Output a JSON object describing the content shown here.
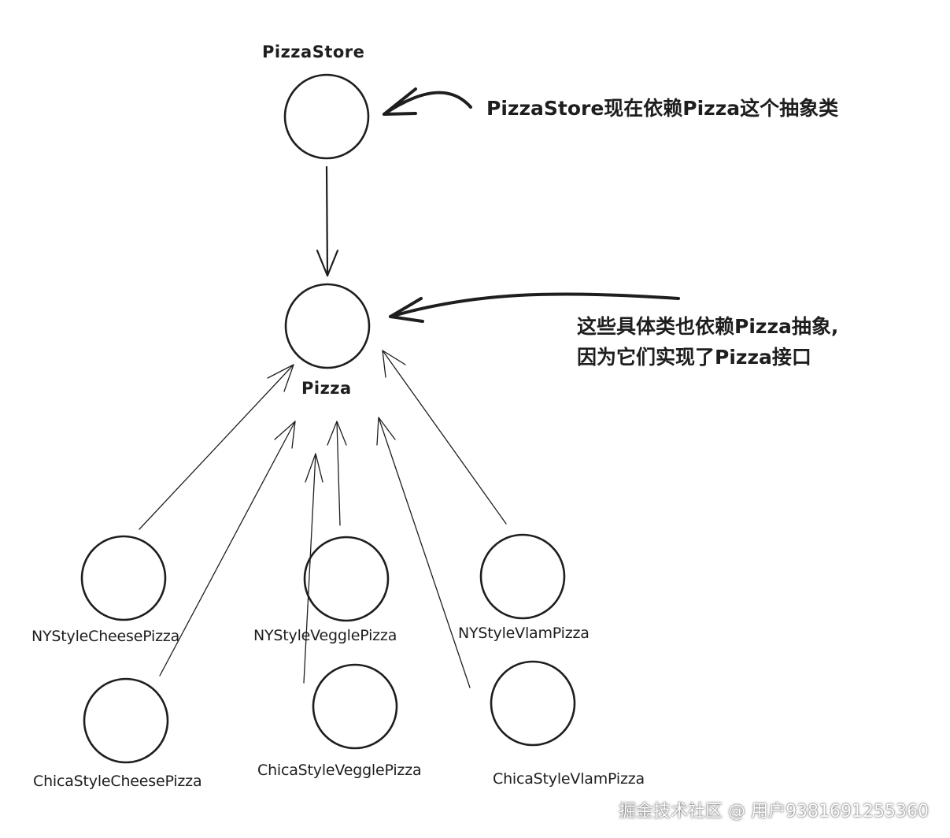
{
  "nodes": {
    "pizzastore": {
      "label": "PizzaStore"
    },
    "pizza": {
      "label": "Pizza"
    },
    "ny_cheese": {
      "label": "NYStyleCheesePizza"
    },
    "ny_veggie": {
      "label": "NYStyleVegglePizza"
    },
    "ny_clam": {
      "label": "NYStyleVlamPizza"
    },
    "chica_cheese": {
      "label": "ChicaStyleCheesePizza"
    },
    "chica_veggie": {
      "label": "ChicaStyleVegglePizza"
    },
    "chica_clam": {
      "label": "ChicaStyleVlamPizza"
    }
  },
  "annotations": {
    "store_note": "PizzaStore现在依赖Pizza这个抽象类",
    "concrete_note_line1": "这些具体类也依赖Pizza抽象,",
    "concrete_note_line2": "因为它们实现了Pizza接口"
  },
  "watermark": "掘金技术社区 @ 用户9381691255360"
}
